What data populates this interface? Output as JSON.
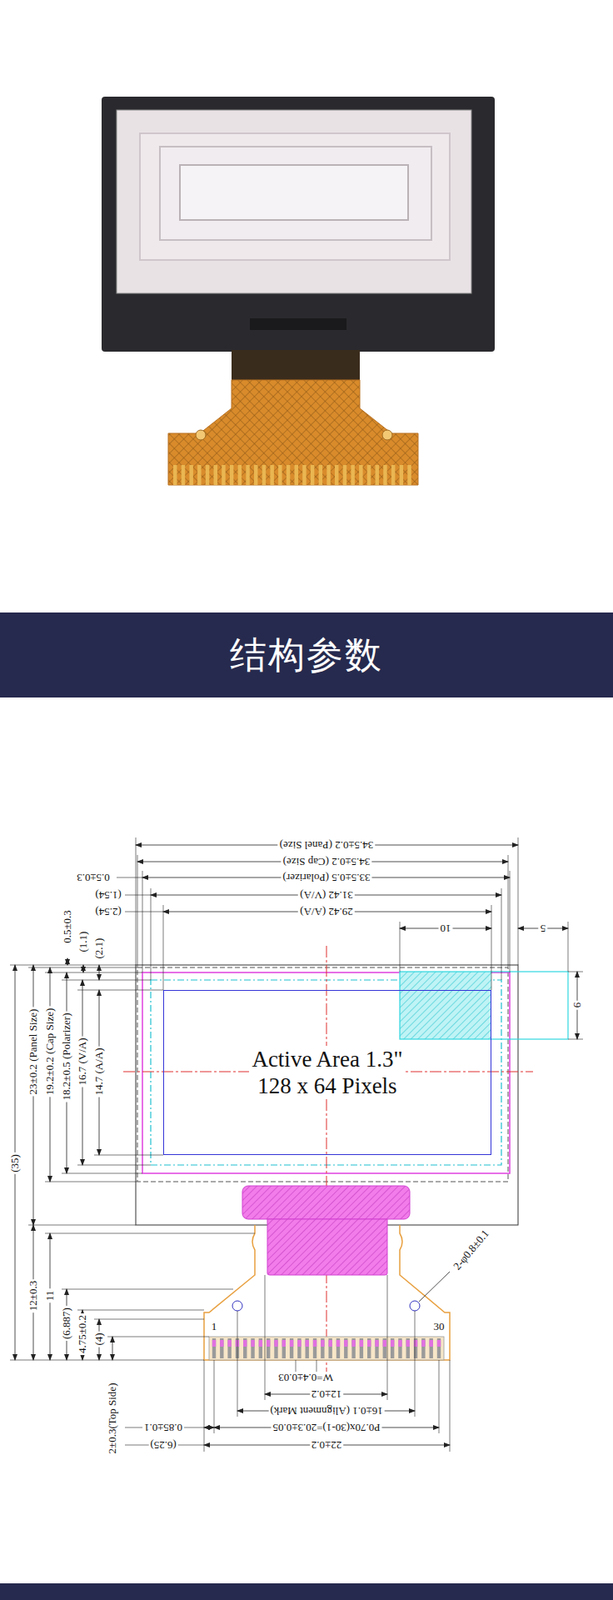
{
  "diagram": {
    "nodes": [
      {
        "text": [
          "结构参数"
        ]
      },
      {
        "text": [
          "Active Area 1.3\"",
          "128 x 64 Pixels"
        ]
      }
    ],
    "labels": [
      "34.5±0.2 (Panel Size)",
      "34.5±0.2 (Cap Size)",
      "0.5±0.3",
      "33.5±0.5 (Polarizer)",
      "(1.54)",
      "31.42 (V/A)",
      "(2.54)",
      "29.42 (A/A)",
      "10",
      "5",
      "9",
      "0.5±0.3",
      "(1.1)",
      "(2.1)",
      "(35)",
      "23±0.2 (Panel Size)",
      "19.2±0.2 (Cap Size)",
      "18.2±0.5 (Polarizer)",
      "16.7 (V/A)",
      "14.7 (A/A)",
      "12±0.3",
      "11",
      "(6.887)",
      "4.75±0.2",
      "(4)",
      "1",
      "30",
      "2-φ0.8±0.1",
      "W=0.4±0.03",
      "12±0.2",
      "16±0.1 (Alignment Mark)",
      "0.85±0.1",
      "P0.70x(30-1)=20.3±0.05",
      "(6.25)",
      "2±0.3(Top Side)",
      "22±0.2"
    ]
  }
}
